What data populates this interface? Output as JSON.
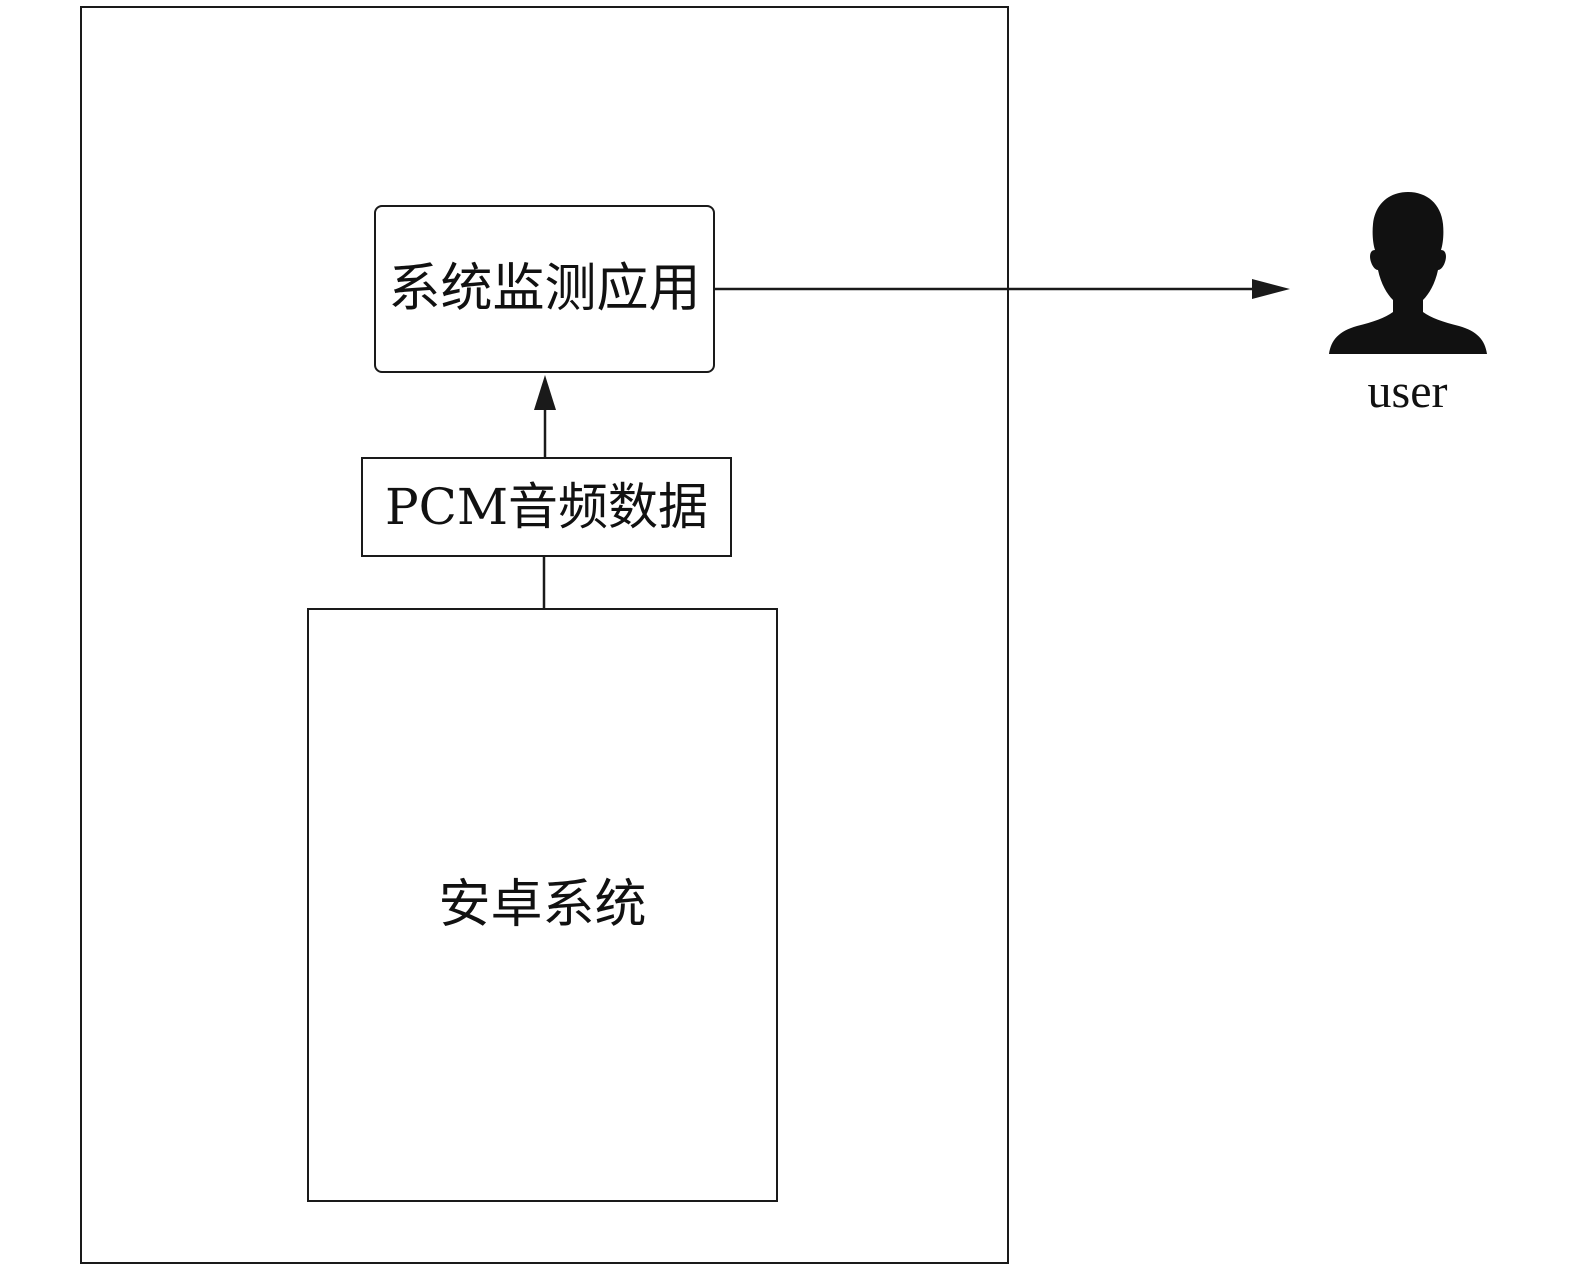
{
  "diagram": {
    "nodes": {
      "monitor_app": {
        "label": "系统监测应用"
      },
      "pcm_data": {
        "label": "PCM音频数据"
      },
      "android_system": {
        "label": "安卓系统"
      },
      "user": {
        "label": "user",
        "icon": "user-silhouette-icon"
      }
    },
    "edges": [
      {
        "from": "android_system",
        "to": "pcm_data",
        "arrow": false
      },
      {
        "from": "pcm_data",
        "to": "monitor_app",
        "arrow": true
      },
      {
        "from": "monitor_app",
        "to": "user",
        "arrow": true
      }
    ],
    "colors": {
      "stroke": "#1a1a1a",
      "background": "#ffffff",
      "icon": "#111111"
    }
  }
}
